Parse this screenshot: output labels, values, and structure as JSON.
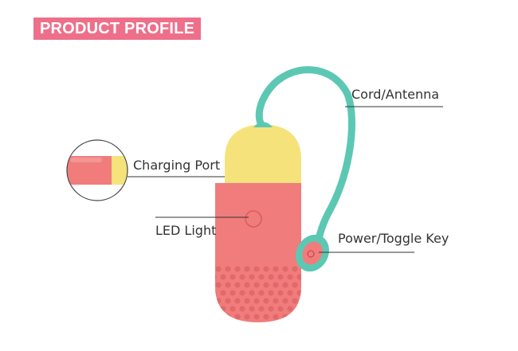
{
  "header": {
    "badge_text": "PRODUCT PROFILE"
  },
  "labels": {
    "cord": "Cord/Antenna",
    "charging": "Charging Port",
    "led": "LED Light",
    "power": "Power/Toggle Key"
  },
  "colors": {
    "badge": "#ee6f8a",
    "body": "#f07c7c",
    "cap": "#f5e27a",
    "cord": "#5cc8b4",
    "line": "#333333"
  }
}
